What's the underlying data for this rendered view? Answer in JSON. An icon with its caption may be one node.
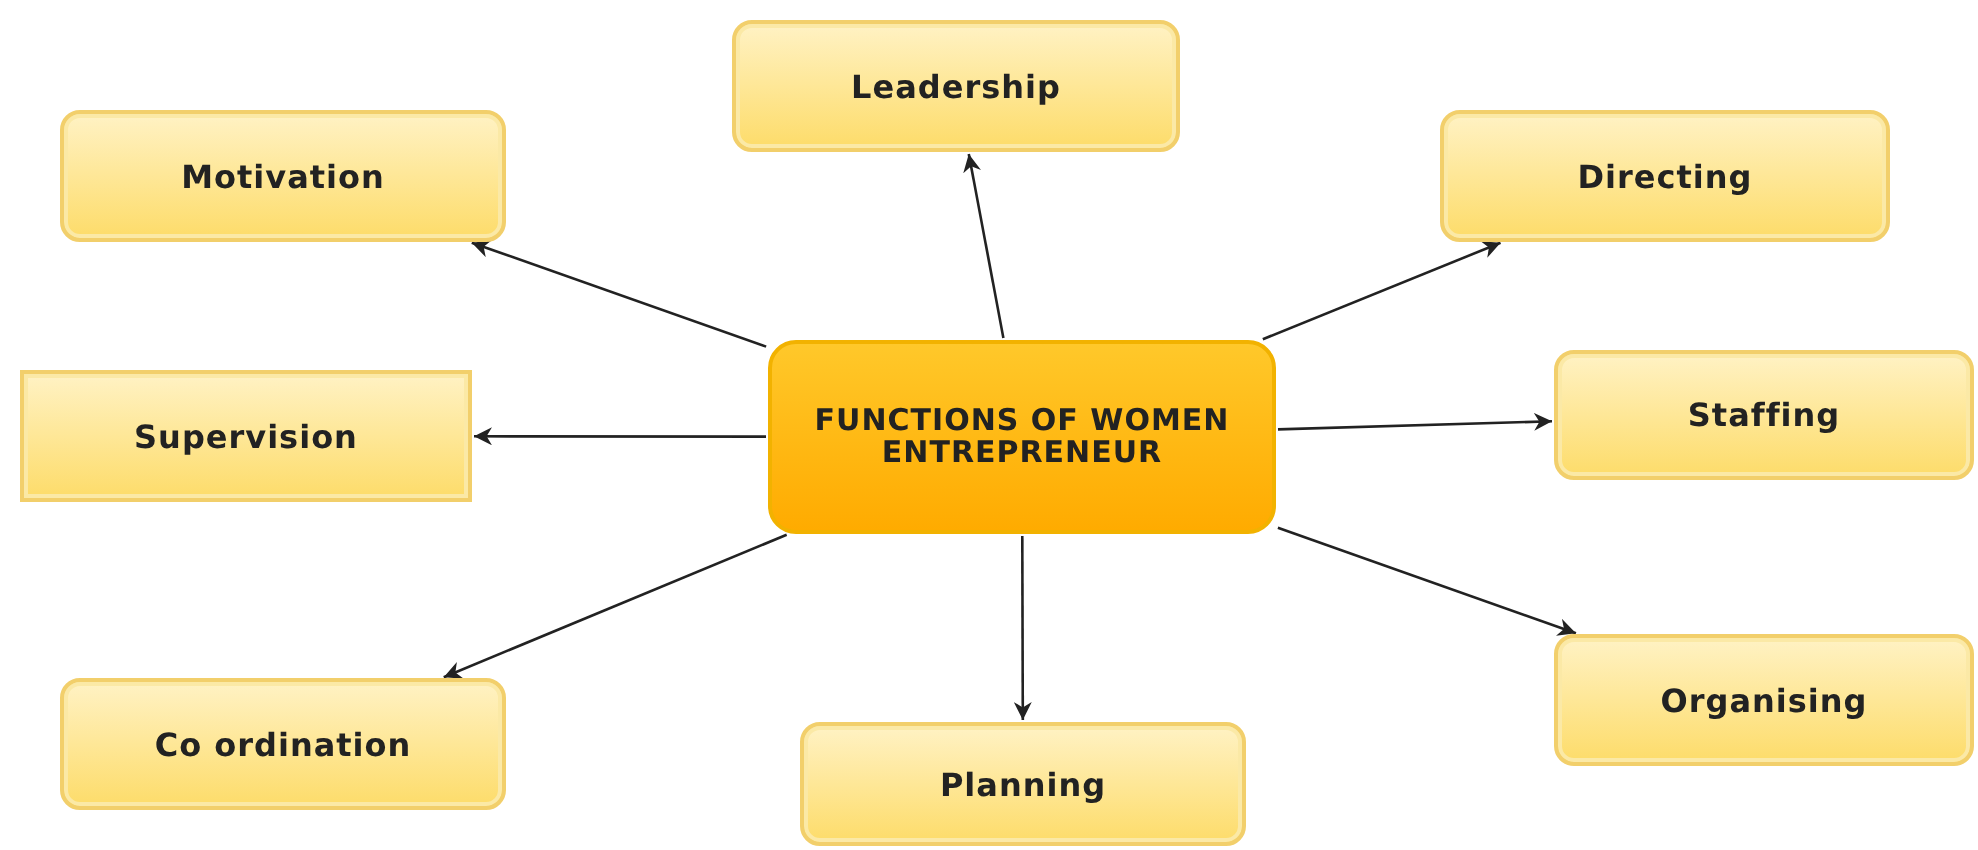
{
  "diagram": {
    "nodes": [
      {
        "text": [
          "Leadership"
        ]
      },
      {
        "text": [
          "Motivation"
        ]
      },
      {
        "text": [
          "Directing"
        ]
      },
      {
        "text": [
          "FUNCTIONS OF WOMEN ENTREPRENEUR"
        ]
      },
      {
        "text": [
          "Supervision"
        ]
      },
      {
        "text": [
          "Staffing"
        ]
      },
      {
        "text": [
          "Co ordination"
        ]
      },
      {
        "text": [
          "Organising"
        ]
      },
      {
        "text": [
          "Planning"
        ]
      }
    ],
    "edges": [
      {
        "from": 3,
        "to": 0,
        "arrow": "to"
      },
      {
        "from": 3,
        "to": 1,
        "arrow": "to"
      },
      {
        "from": 3,
        "to": 2,
        "arrow": "to"
      },
      {
        "from": 3,
        "to": 4,
        "arrow": "to"
      },
      {
        "from": 3,
        "to": 5,
        "arrow": "to"
      },
      {
        "from": 3,
        "to": 6,
        "arrow": "to"
      },
      {
        "from": 3,
        "to": 7,
        "arrow": "to"
      },
      {
        "from": 3,
        "to": 8,
        "arrow": "to"
      }
    ]
  }
}
